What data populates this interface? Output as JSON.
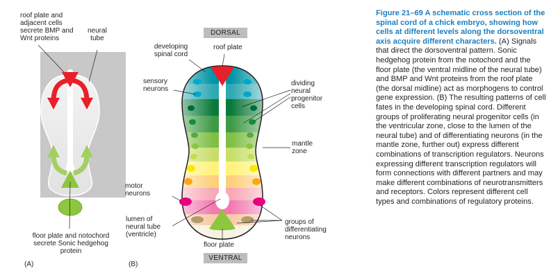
{
  "panelA": {
    "label": "(A)",
    "roof_label": [
      "roof plate and",
      "adjacent cells",
      "secrete BMP and",
      "Wnt proteins"
    ],
    "tube_label": [
      "neural",
      "tube"
    ],
    "floor_label": [
      "floor plate and notochord",
      "secrete Sonic hedgehog",
      "protein"
    ]
  },
  "panelB": {
    "label": "(B)",
    "dorsal": "DORSAL",
    "ventral": "VENTRAL",
    "developing_label": [
      "developing",
      "spinal cord"
    ],
    "roof_label": "roof plate",
    "sensory_label": [
      "sensory",
      "neurons"
    ],
    "dividing_label": [
      "dividing",
      "neural",
      "progenitor",
      "cells"
    ],
    "mantle_label": [
      "mantle",
      "zone"
    ],
    "motor_label": [
      "motor",
      "neurons"
    ],
    "lumen_label": [
      "lumen of",
      "neural tube",
      "(ventricle)"
    ],
    "groups_label": [
      "groups of",
      "differentiating",
      "neurons"
    ],
    "floor_label": "floor plate"
  },
  "caption": {
    "heading": "Figure 21–69 A schematic cross section of the spinal cord of a chick embryo, showing how cells at different levels along the dorsoventral axis acquire different characters.",
    "body": " (A) Signals that direct the dorsoventral pattern. Sonic hedgehog protein from the notochord and the floor plate (the ventral midline of the neural tube) and BMP and Wnt proteins from the roof plate (the dorsal midline) act as morphogens to control gene expression. (B) The resulting patterns of cell fates in the developing spinal cord. Different groups of proliferating neural progenitor cells (in the ventricular zone, close to the lumen of the neural tube) and of differentiating neurons (in the mantle zone, further out) express different combinations of transcription regulators. Neurons expressing different transcription regulators will form connections with different partners and may make different combinations of neurotransmitters and receptors. Colors represent different cell types and combinations of regulatory proteins."
  },
  "colors": {
    "roof_red": "#e8202a",
    "floor_green": "#8dc63f",
    "tube_fill": "#ececec",
    "outer_grey": "#c8c8c8",
    "caption_blue": "#1b7fc1",
    "motor_magenta": "#e6007e",
    "sensory_cyan": "#00a9c9"
  }
}
